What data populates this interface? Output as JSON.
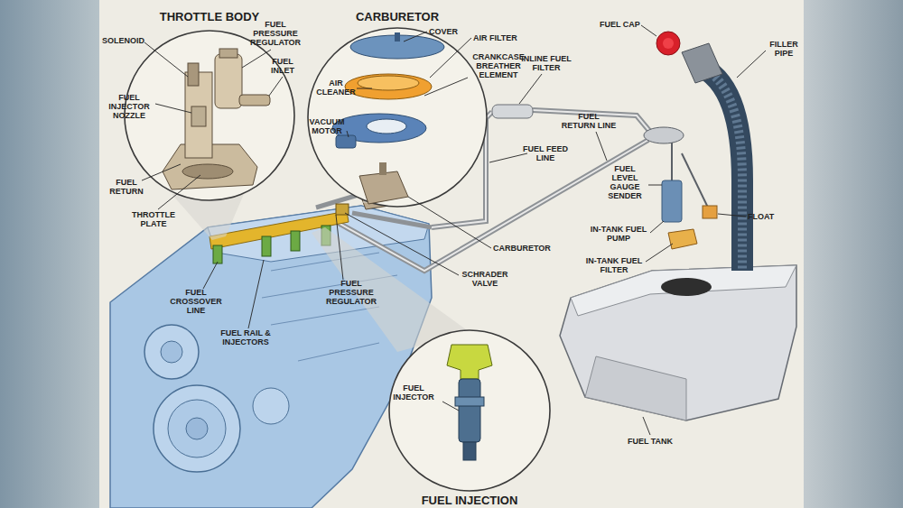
{
  "diagram": {
    "nodes": [
      {
        "text": [
          "THROTTLE BODY"
        ]
      },
      {
        "text": [
          "CARBURETOR"
        ]
      },
      {
        "text": [
          "FUEL INJECTION"
        ]
      }
    ],
    "labels": [
      "SOLENOID",
      "FUEL PRESSURE REGULATOR",
      "FUEL INLET",
      "FUEL INJECTOR NOZZLE",
      "FUEL RETURN",
      "THROTTLE PLATE",
      "COVER",
      "AIR FILTER",
      "CRANKCASE BREATHER ELEMENT",
      "AIR CLEANER",
      "VACUUM MOTOR",
      "CARBURETOR",
      "FUEL CAP",
      "FILLER PIPE",
      "INLINE FUEL FILTER",
      "FUEL RETURN LINE",
      "FUEL FEED LINE",
      "FUEL LEVEL GAUGE SENDER",
      "FLOAT",
      "IN-TANK FUEL PUMP",
      "IN-TANK FUEL FILTER",
      "SCHRADER VALVE",
      "FUEL PRESSURE REGULATOR",
      "FUEL CROSSOVER LINE",
      "FUEL RAIL & INJECTORS",
      "FUEL TANK",
      "FUEL INJECTOR"
    ]
  }
}
